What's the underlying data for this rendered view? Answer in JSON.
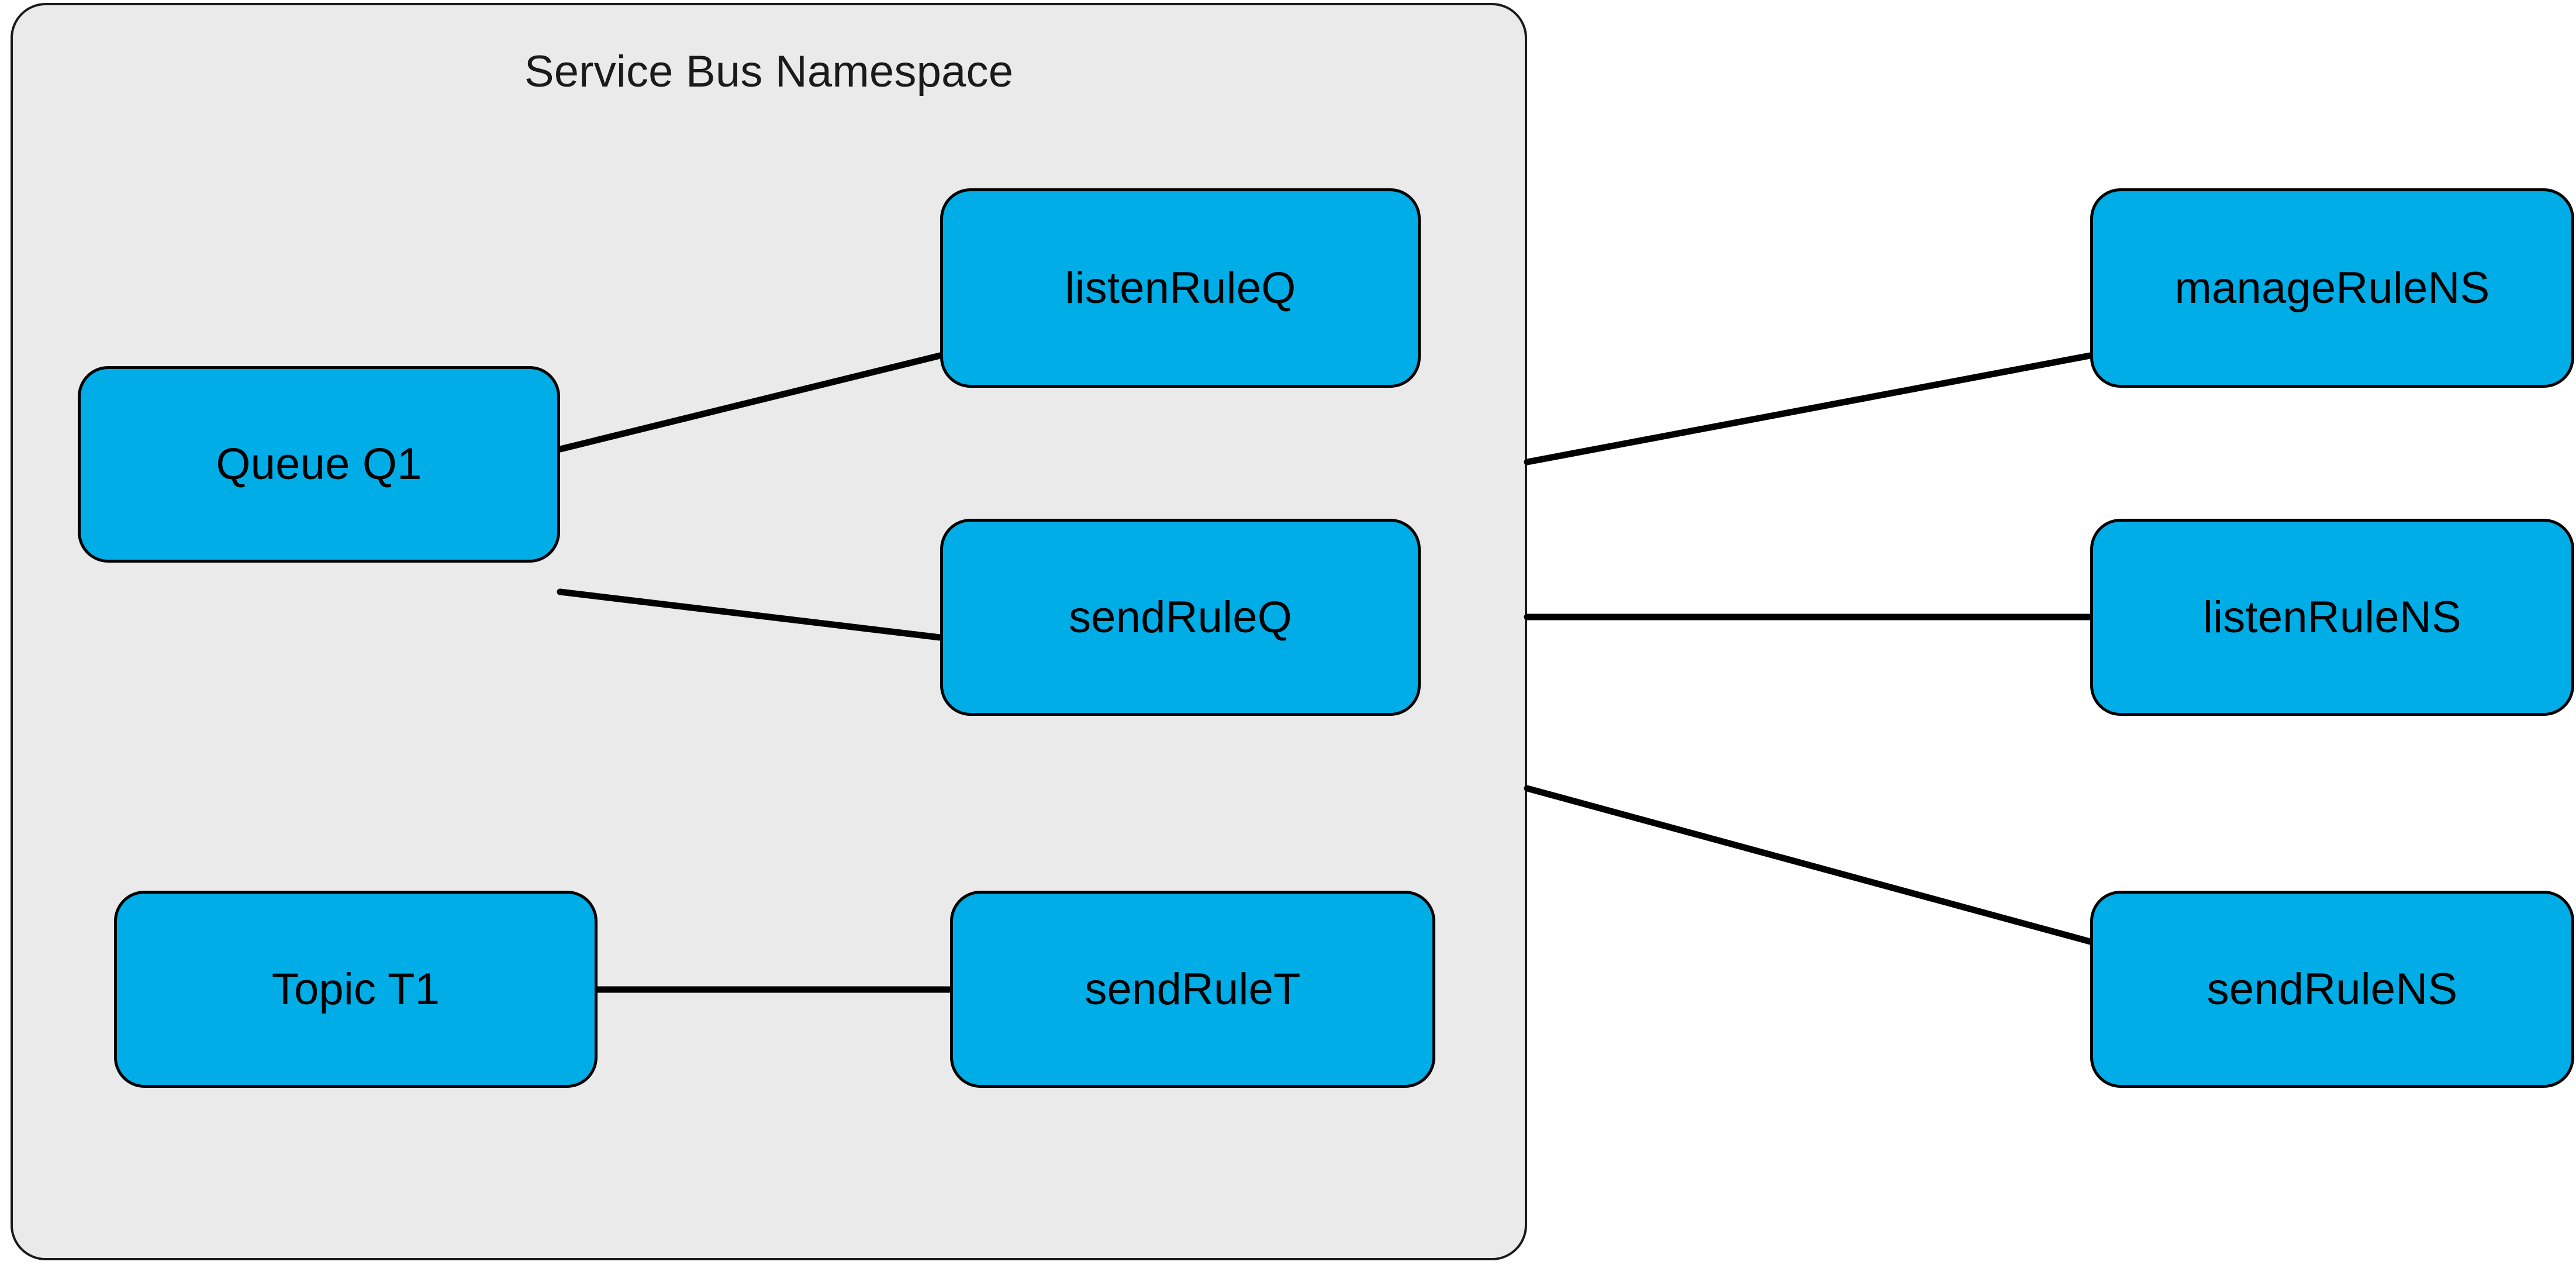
{
  "diagram": {
    "title": "Service Bus Namespace",
    "colors": {
      "node_fill": "#00ade6",
      "node_stroke": "#000000",
      "container_fill": "#eaeaea",
      "container_stroke": "#1a1a1a",
      "edge_stroke": "#000000",
      "page_background": "#ffffff",
      "text": "#000000"
    },
    "container": {
      "label": "Service Bus Namespace"
    },
    "nodes": [
      {
        "id": "queue-q1",
        "label": "Queue Q1",
        "group": "namespace"
      },
      {
        "id": "topic-t1",
        "label": "Topic T1",
        "group": "namespace"
      },
      {
        "id": "listenruleq",
        "label": "listenRuleQ",
        "group": "namespace"
      },
      {
        "id": "sendruleq",
        "label": "sendRuleQ",
        "group": "namespace"
      },
      {
        "id": "sendrulet",
        "label": "sendRuleT",
        "group": "namespace"
      },
      {
        "id": "managerulens",
        "label": "manageRuleNS",
        "group": "external"
      },
      {
        "id": "listenrulens",
        "label": "listenRuleNS",
        "group": "external"
      },
      {
        "id": "sendrulens",
        "label": "sendRuleNS",
        "group": "external"
      }
    ],
    "edges": [
      {
        "from": "queue-q1",
        "to": "listenruleq"
      },
      {
        "from": "queue-q1",
        "to": "sendruleq"
      },
      {
        "from": "topic-t1",
        "to": "sendrulet"
      },
      {
        "from": "namespace",
        "to": "managerulens"
      },
      {
        "from": "namespace",
        "to": "listenrulens"
      },
      {
        "from": "namespace",
        "to": "sendrulens"
      }
    ]
  }
}
